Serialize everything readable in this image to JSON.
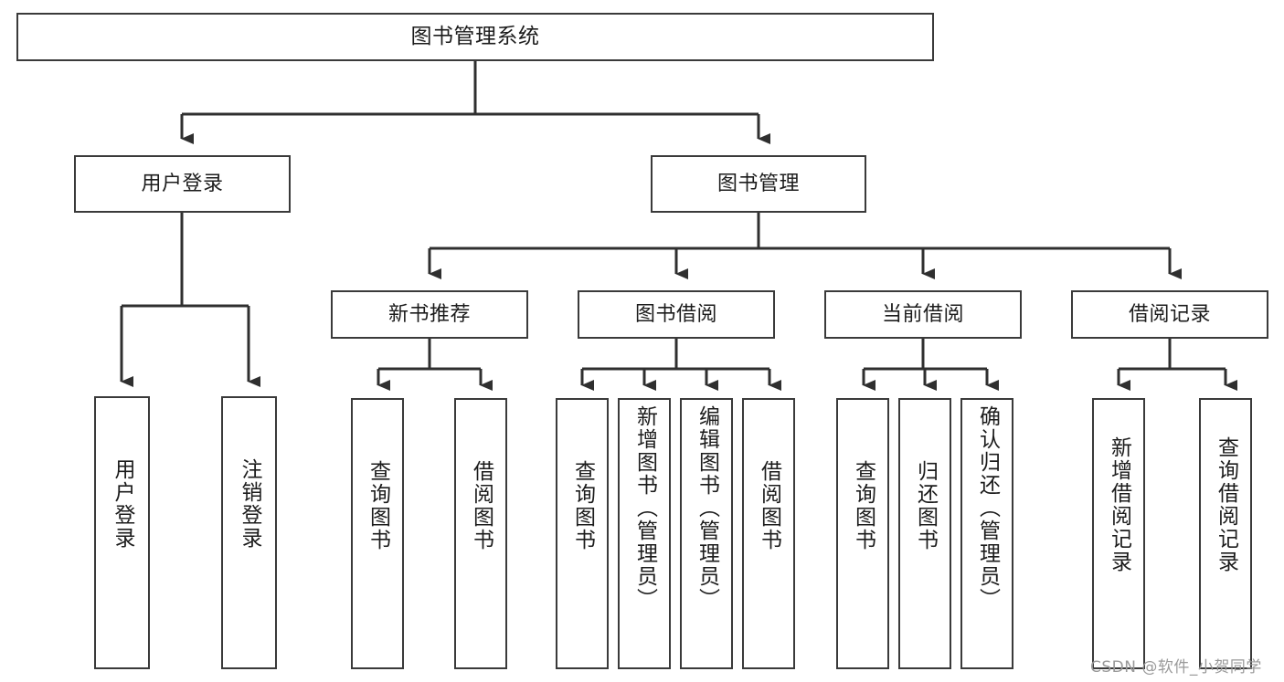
{
  "diagram": {
    "title": "图书管理系统",
    "type": "hierarchy-tree",
    "watermark": "CSDN @软件_小贺同学",
    "colors": {
      "box_border": "#3a3a3a",
      "box_fill": "#ffffff",
      "connector": "#2f2f2f",
      "text": "#1c1c1c",
      "watermark": "#9a9a9a"
    },
    "nodes": {
      "root": {
        "label": "图书管理系统"
      },
      "level2": [
        {
          "id": "user-login",
          "label": "用户登录"
        },
        {
          "id": "book-manage",
          "label": "图书管理"
        }
      ],
      "level3": [
        {
          "id": "new-book-recommend",
          "label": "新书推荐"
        },
        {
          "id": "book-borrow",
          "label": "图书借阅"
        },
        {
          "id": "current-borrow",
          "label": "当前借阅"
        },
        {
          "id": "borrow-record",
          "label": "借阅记录"
        }
      ],
      "leaves": {
        "user-login": [
          {
            "id": "leaf-user-login",
            "label": "用户登录"
          },
          {
            "id": "leaf-logout-login",
            "label": "注销登录"
          }
        ],
        "new-book-recommend": [
          {
            "id": "leaf-query-book-1",
            "label": "查询图书"
          },
          {
            "id": "leaf-borrow-book-1",
            "label": "借阅图书"
          }
        ],
        "book-borrow": [
          {
            "id": "leaf-query-book-2",
            "label": "查询图书"
          },
          {
            "id": "leaf-add-book",
            "label": "新增图书（管理员）"
          },
          {
            "id": "leaf-edit-book",
            "label": "编辑图书（管理员）"
          },
          {
            "id": "leaf-borrow-book-2",
            "label": "借阅图书"
          }
        ],
        "current-borrow": [
          {
            "id": "leaf-query-book-3",
            "label": "查询图书"
          },
          {
            "id": "leaf-return-book",
            "label": "归还图书"
          },
          {
            "id": "leaf-confirm-return",
            "label": "确认归还（管理员）"
          }
        ],
        "borrow-record": [
          {
            "id": "leaf-add-record",
            "label": "新增借阅记录"
          },
          {
            "id": "leaf-query-record",
            "label": "查询借阅记录"
          }
        ]
      }
    }
  }
}
